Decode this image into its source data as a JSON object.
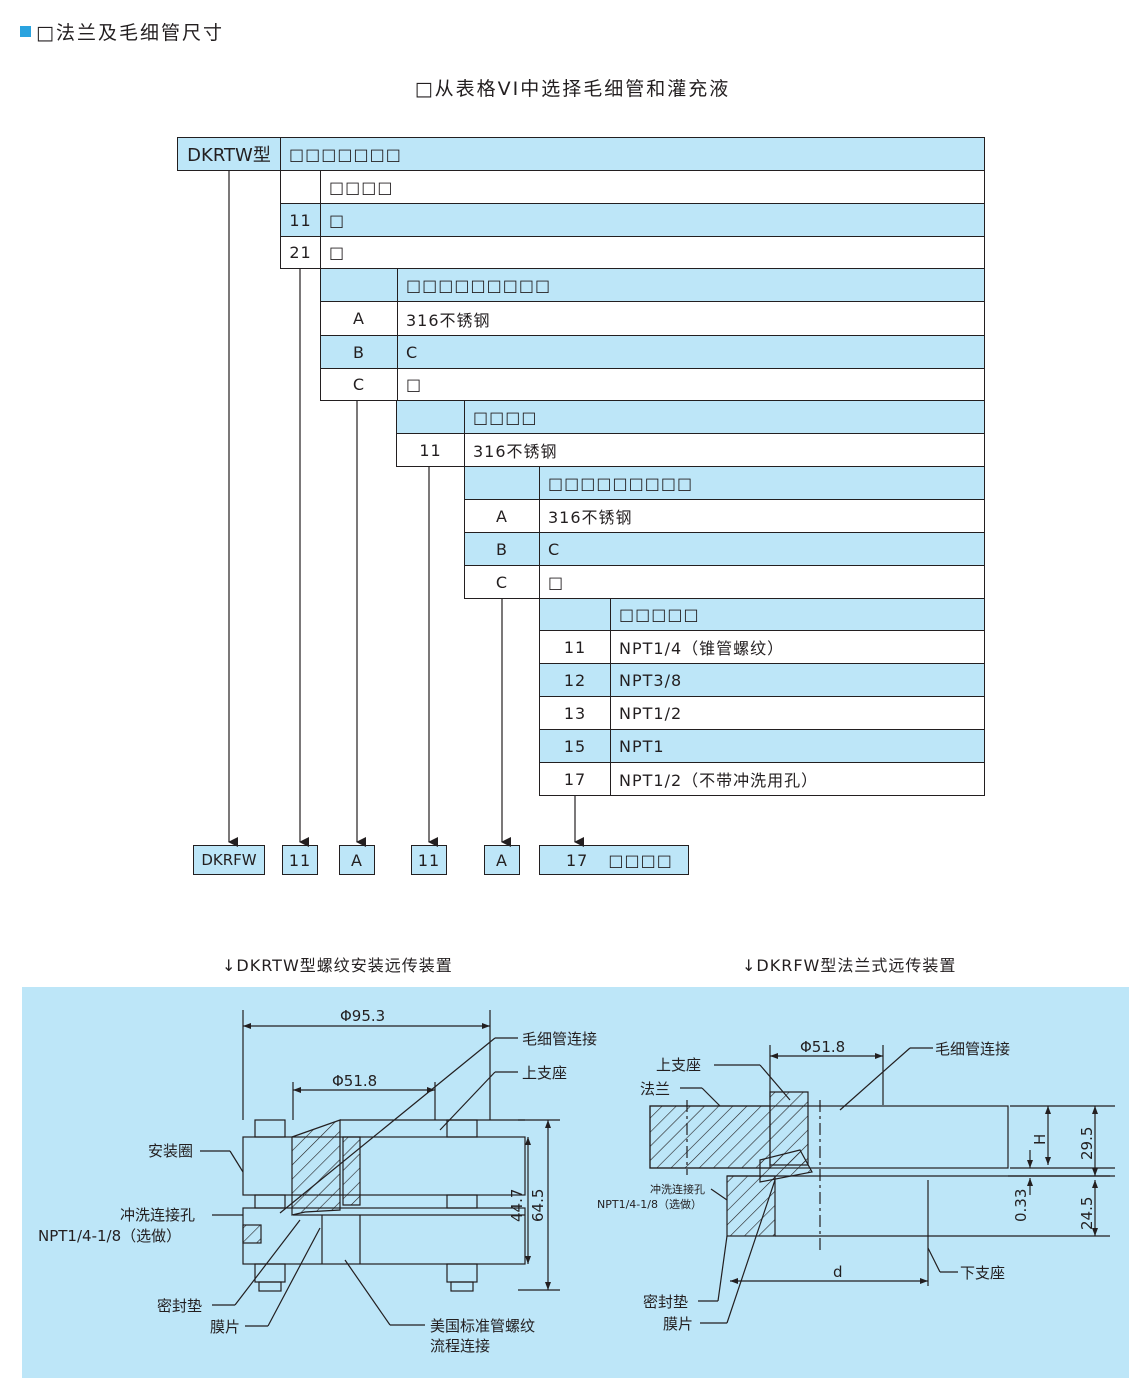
{
  "heading": "□法兰及毛细管尺寸",
  "subtitle": "□从表格VI中选择毛细管和灌充液",
  "table": {
    "model_code": "DKRTW型",
    "model_desc": "□□□□□□□",
    "g1_header": "□□□□",
    "g1_rows": [
      {
        "code": "11",
        "desc": "□"
      },
      {
        "code": "21",
        "desc": "□"
      }
    ],
    "g2_header": "□□□□□□□□□",
    "g2_rows": [
      {
        "code": "A",
        "desc": "316不锈钢"
      },
      {
        "code": "B",
        "desc": "C"
      },
      {
        "code": "C",
        "desc": "□"
      }
    ],
    "g3_header": "□□□□",
    "g3_rows": [
      {
        "code": "11",
        "desc": "316不锈钢"
      }
    ],
    "g4_header": "□□□□□□□□□",
    "g4_rows": [
      {
        "code": "A",
        "desc": "316不锈钢"
      },
      {
        "code": "B",
        "desc": "C"
      },
      {
        "code": "C",
        "desc": "□"
      }
    ],
    "g5_header": "□□□□□",
    "g5_rows": [
      {
        "code": "11",
        "desc": "NPT1/4（锥管螺纹）"
      },
      {
        "code": "12",
        "desc": "NPT3/8"
      },
      {
        "code": "13",
        "desc": "NPT1/2"
      },
      {
        "code": "15",
        "desc": "NPT1"
      },
      {
        "code": "17",
        "desc": "NPT1/2（不带冲洗用孔）"
      }
    ]
  },
  "example": {
    "model": "DKRFW",
    "c1": "11",
    "c2": "A",
    "c3": "11",
    "c4": "A",
    "c5": "17",
    "c5_note": "□□□□"
  },
  "drawings": {
    "left_caption": "↓DKRTW型螺纹安装远传装置",
    "right_caption": "↓DKRFW型法兰式远传装置",
    "left": {
      "dim_d1": "Φ95.3",
      "dim_d2": "Φ51.8",
      "dim_h1": "44.7",
      "dim_h2": "64.5",
      "capillary": "毛细管连接",
      "upper_seat": "上支座",
      "mount_ring": "安装圈",
      "flush_hole": "冲洗连接孔",
      "flush_thread": "NPT1/4-1/8（选做）",
      "gasket": "密封垫",
      "diaphragm": "膜片",
      "pipe_thread_1": "美国标准管螺纹",
      "pipe_thread_2": "流程连接"
    },
    "right": {
      "dim_d": "Φ51.8",
      "capillary": "毛细管连接",
      "upper_seat": "上支座",
      "flange": "法兰",
      "flush_hole": "冲洗连接孔",
      "flush_thread": "NPT1/4-1/8（选做）",
      "dim_H": "H",
      "dim_h1": "29.5",
      "dim_h2": "0.33",
      "dim_h3": "24.5",
      "dim_dd": "d",
      "lower_seat": "下支座",
      "gasket": "密封垫",
      "diaphragm": "膜片"
    }
  }
}
